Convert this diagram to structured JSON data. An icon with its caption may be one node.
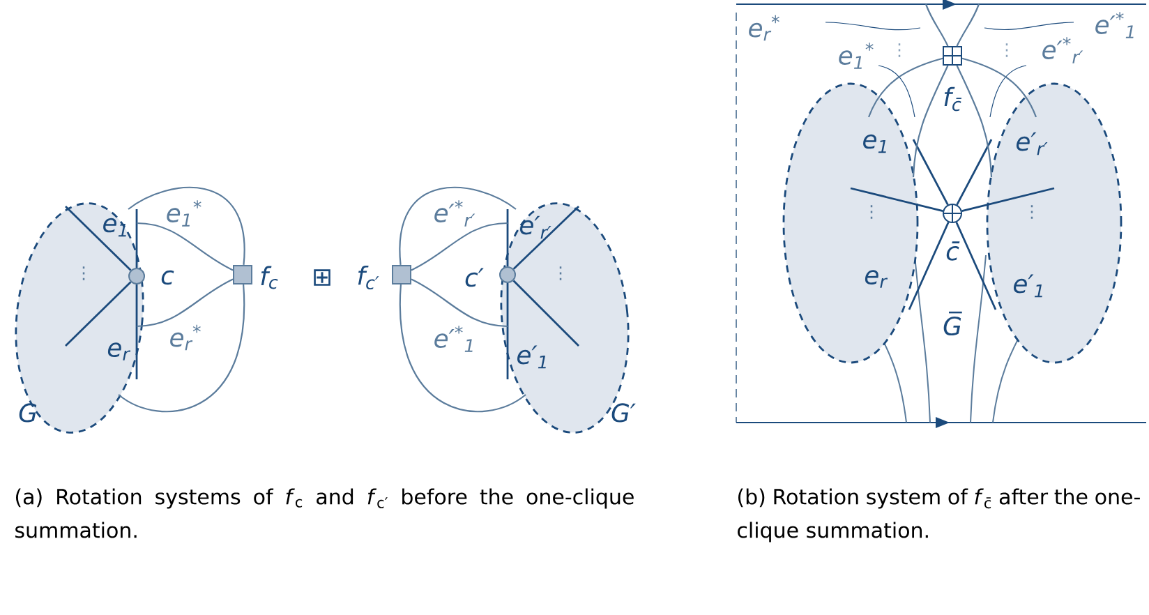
{
  "diagram": {
    "nodes": [
      {
        "text": [
          "G"
        ]
      },
      {
        "text": [],
        "shape": "circle",
        "beside": [
          "c"
        ],
        "in": 0
      },
      {
        "text": [],
        "shape": "box",
        "beside": [
          "f$_{c}$"
        ]
      },
      {
        "text": [],
        "shape": "box",
        "beside": [
          "f$_{c′}$"
        ]
      },
      {
        "text": [
          "G′"
        ]
      },
      {
        "text": [],
        "shape": "circle",
        "beside": [
          "c′"
        ],
        "in": 4
      },
      {
        "text": [],
        "shape": "ellipse"
      },
      {
        "text": [],
        "shape": "ellipse"
      },
      {
        "text": [],
        "shape": "box",
        "beside": [
          "f$_{c̄}$"
        ]
      },
      {
        "text": [],
        "shape": "circle",
        "beside": [
          "c̄"
        ]
      }
    ],
    "edges": [
      {
        "from": 1,
        "to": null,
        "arrow": "none",
        "label": "e$_{1}$"
      },
      {
        "from": 1,
        "to": null,
        "arrow": "none",
        "label": "e$_{r}$"
      },
      {
        "from": 1,
        "to": null,
        "arrow": "none"
      },
      {
        "from": 1,
        "to": null,
        "arrow": "none"
      },
      {
        "from": 2,
        "to": 0,
        "arrow": "none",
        "label": "e$_{1}$$^{*}$",
        "color": "#5b7c9c"
      },
      {
        "from": 2,
        "to": 0,
        "arrow": "none",
        "label": "e$_{r}$$^{*}$",
        "color": "#5b7c9c"
      },
      {
        "from": 2,
        "to": 0,
        "arrow": "none",
        "color": "#5b7c9c"
      },
      {
        "from": 2,
        "to": 0,
        "arrow": "none",
        "color": "#5b7c9c"
      },
      {
        "from": 5,
        "to": null,
        "arrow": "none",
        "label": "e′$_{r′}$"
      },
      {
        "from": 5,
        "to": null,
        "arrow": "none",
        "label": "e′$_{1}$"
      },
      {
        "from": 5,
        "to": null,
        "arrow": "none"
      },
      {
        "from": 5,
        "to": null,
        "arrow": "none"
      },
      {
        "from": 3,
        "to": 4,
        "arrow": "none",
        "label": "e′$^{*}$$_{r′}$",
        "color": "#5b7c9c"
      },
      {
        "from": 3,
        "to": 4,
        "arrow": "none",
        "label": "e′$^{*}$$_{1}$",
        "color": "#5b7c9c"
      },
      {
        "from": 3,
        "to": 4,
        "arrow": "none",
        "color": "#5b7c9c"
      },
      {
        "from": 3,
        "to": 4,
        "arrow": "none",
        "color": "#5b7c9c"
      },
      {
        "from": 9,
        "to": 6,
        "arrow": "none",
        "label": "e$_{1}$"
      },
      {
        "from": 9,
        "to": 7,
        "arrow": "none",
        "label": "e′$_{r′}$"
      },
      {
        "from": 9,
        "to": 6,
        "arrow": "none"
      },
      {
        "from": 9,
        "to": 7,
        "arrow": "none"
      },
      {
        "from": 9,
        "to": 6,
        "arrow": "none",
        "label": "e$_{r}$"
      },
      {
        "from": 9,
        "to": 7,
        "arrow": "none",
        "label": "e′$_{1}$"
      },
      {
        "from": 8,
        "to": 6,
        "arrow": "none",
        "color": "#5b7c9c"
      },
      {
        "from": 8,
        "to": 7,
        "arrow": "none",
        "color": "#5b7c9c"
      },
      {
        "from": 8,
        "to": 6,
        "arrow": "none",
        "color": "#5b7c9c"
      },
      {
        "from": 8,
        "to": 7,
        "arrow": "none",
        "color": "#5b7c9c"
      },
      {
        "from": 8,
        "to": null,
        "arrow": "none",
        "color": "#5b7c9c"
      },
      {
        "from": 8,
        "to": null,
        "arrow": "none",
        "color": "#5b7c9c"
      }
    ],
    "labels": [
      "⋮",
      "⊞",
      "⋮",
      "e$_{r}$$^{*}$",
      "e$_{1}$$^{*}$",
      "⋮",
      "⋮",
      "e′$^{*}$$_{r′}$",
      "e′$^{*}$$_{1}$",
      "⋮",
      "⋮",
      "G̅",
      "(a) Rotation systems of *f*$_{c}$ and *f*$_{c′}$ before the one-clique summation.",
      "(b) Rotation system of *f*$_{c̄}$ after the one-clique summation."
    ]
  }
}
